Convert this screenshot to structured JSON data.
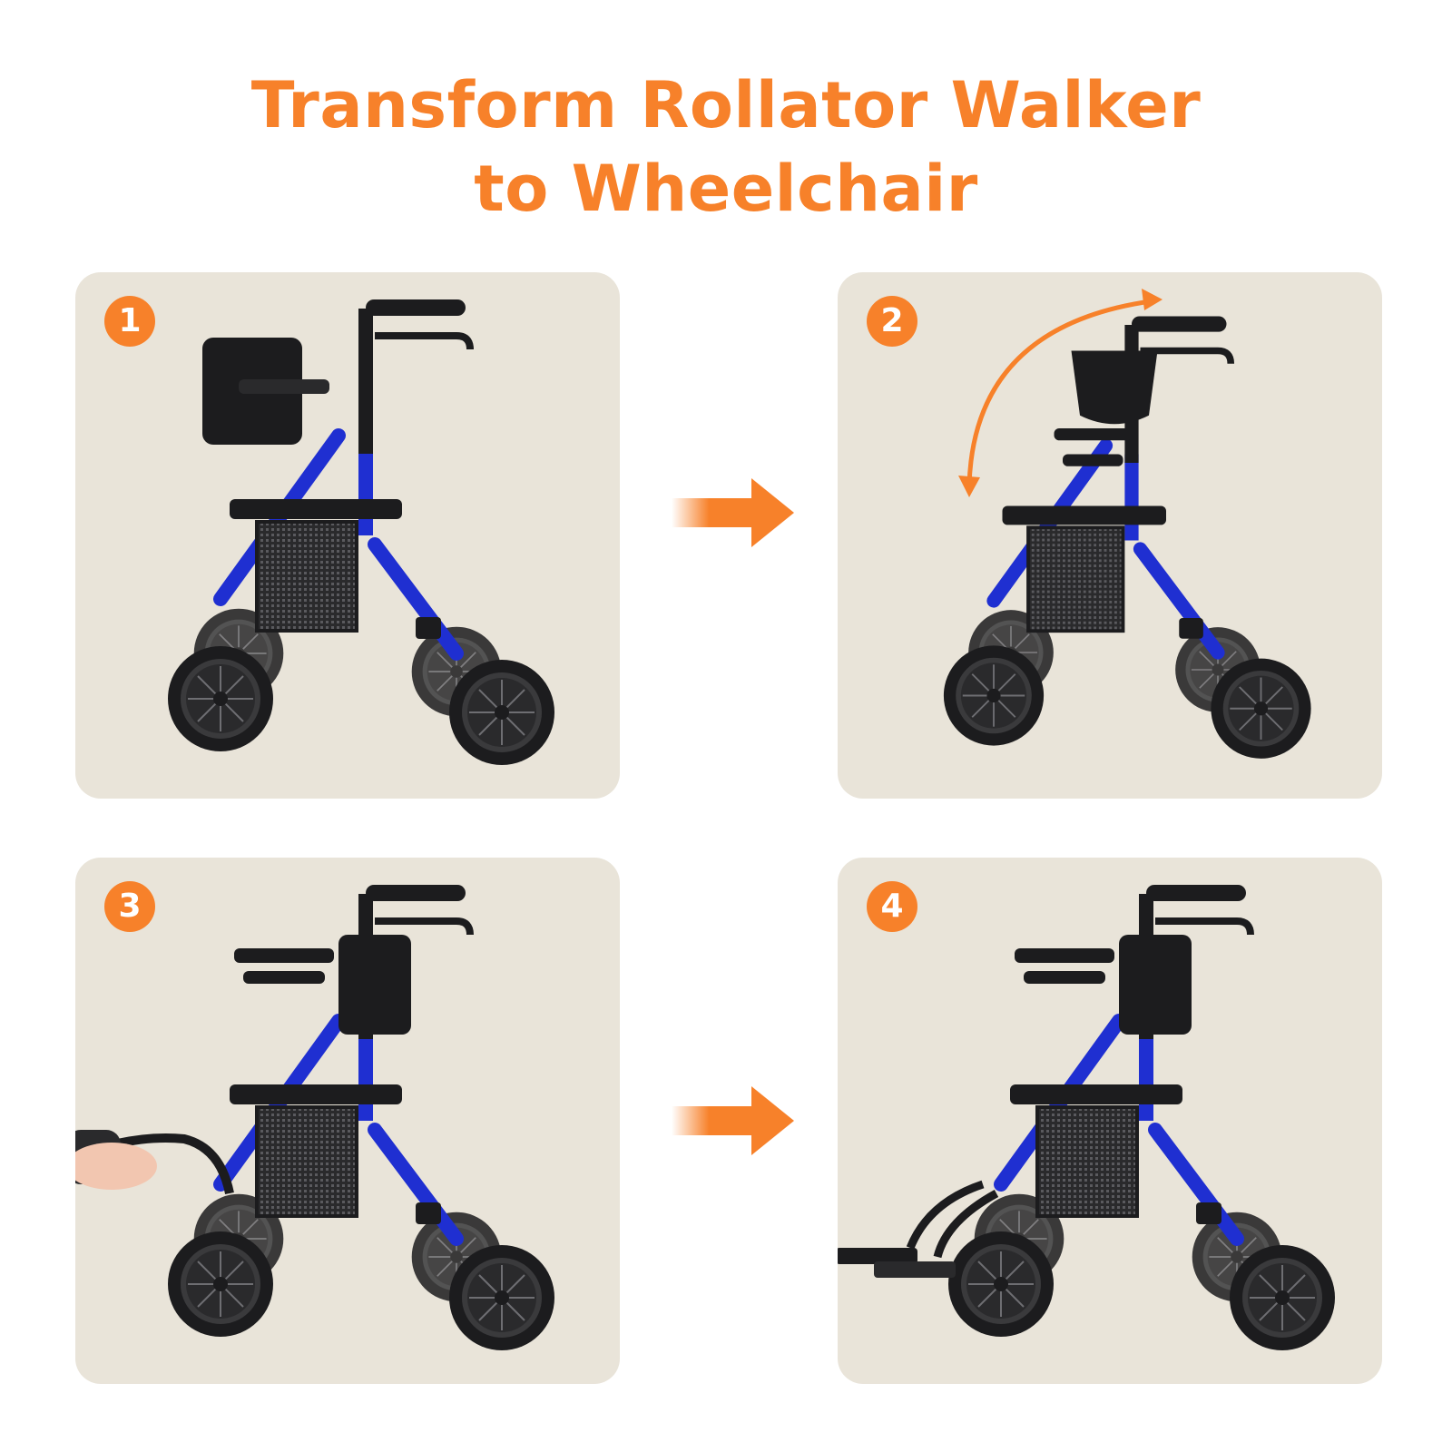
{
  "title": {
    "line1": "Transform Rollator Walker",
    "line2": "to Wheelchair"
  },
  "steps": [
    {
      "number": "1"
    },
    {
      "number": "2"
    },
    {
      "number": "3"
    },
    {
      "number": "4"
    }
  ],
  "colors": {
    "accent": "#f7812a",
    "panel_background": "#e9e4d9",
    "frame_blue": "#1f2fd1",
    "black_parts": "#1c1c1e"
  },
  "icons": {
    "flow": "right-arrow-icon",
    "fold": "curved-double-arrow-icon"
  }
}
